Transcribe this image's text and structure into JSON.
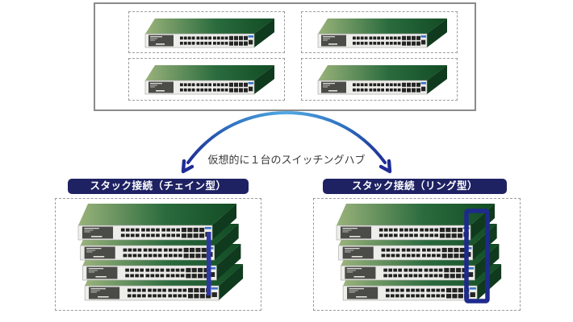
{
  "arrow": {
    "caption": "仮想的に１台のスイッチングハブ",
    "icon": "merge-curved-arrow"
  },
  "top_group": {
    "switch_count": 4,
    "device_icon": "network-switch"
  },
  "stacks": [
    {
      "id": "chain",
      "title": "スタック接続（チェイン型）",
      "connector": "chain",
      "switch_count": 4
    },
    {
      "id": "ring",
      "title": "スタック接続（リング型）",
      "connector": "ring",
      "switch_count": 4
    }
  ],
  "colors": {
    "header_bg": "#1e2263",
    "header_text": "#ffffff",
    "arrow_dark": "#1f2d94",
    "arrow_mid": "#2e6fc0",
    "arrow_light": "#52aae2",
    "connector_chain": "#2e39a3",
    "connector_ring": "#1e2a8c",
    "switch_top_light": "#9ab37b",
    "switch_top_mid": "#2a6b3d",
    "switch_top_dark": "#124b24",
    "switch_side": "#0f3a1d",
    "panel": "#edeeea",
    "panel_edge": "#a2a29e",
    "brand_box": "#4b4b47",
    "port": "#202020",
    "port_tag": "#3a72c8",
    "dashed_border": "#9b9b9b",
    "box_border": "#8a8a8a",
    "caption_text": "#3a3a3a"
  }
}
